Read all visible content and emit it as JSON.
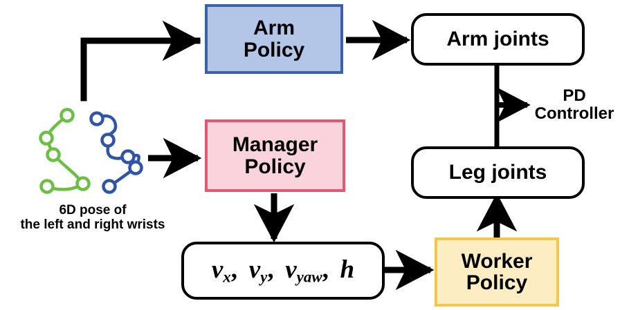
{
  "diagram": {
    "title": "Hierarchical whole-body control policy diagram",
    "colors": {
      "arm_fill": "#b3c6e7",
      "arm_stroke": "#3b62a8",
      "manager_fill": "#fad3dc",
      "manager_stroke": "#e4576e",
      "worker_fill": "#fdedc3",
      "worker_stroke": "#f2c74a",
      "joints_fill": "#ffffff",
      "joints_stroke": "#000000",
      "arrow": "#000000",
      "traj_left": "#6cbe45",
      "traj_right": "#2f55a4"
    },
    "nodes": {
      "arm_policy": {
        "label": "Arm\nPolicy"
      },
      "manager_policy": {
        "label": "Manager\nPolicy"
      },
      "worker_policy": {
        "label": "Worker\nPolicy"
      },
      "arm_joints": {
        "label": "Arm joints"
      },
      "leg_joints": {
        "label": "Leg joints"
      },
      "pd_controller": {
        "label": "PD\nController"
      },
      "command_vector": {
        "terms": [
          "v",
          "v",
          "v",
          "h"
        ],
        "subscripts": [
          "x",
          "y",
          "yaw",
          ""
        ],
        "separator": ", "
      }
    },
    "caption": {
      "text": "6D pose of\nthe left and right wrists"
    },
    "trajectories": [
      {
        "name": "left-wrist-trajectory",
        "color": "#6cbe45",
        "points": [
          [
            97,
            167
          ],
          [
            67,
            200
          ],
          [
            77,
            224
          ],
          [
            120,
            266
          ],
          [
            68,
            270
          ]
        ]
      },
      {
        "name": "right-wrist-trajectory",
        "color": "#2f55a4",
        "points": [
          [
            140,
            172
          ],
          [
            156,
            203
          ],
          [
            185,
            227
          ],
          [
            196,
            243
          ],
          [
            158,
            270
          ]
        ]
      }
    ],
    "edges": [
      {
        "from": "wrist-pose",
        "to": "arm_policy"
      },
      {
        "from": "wrist-pose",
        "to": "manager_policy"
      },
      {
        "from": "arm_policy",
        "to": "arm_joints"
      },
      {
        "from": "manager_policy",
        "to": "command_vector"
      },
      {
        "from": "command_vector",
        "to": "worker_policy"
      },
      {
        "from": "worker_policy",
        "to": "leg_joints"
      },
      {
        "from": "joints-bus",
        "to": "pd_controller"
      }
    ]
  }
}
